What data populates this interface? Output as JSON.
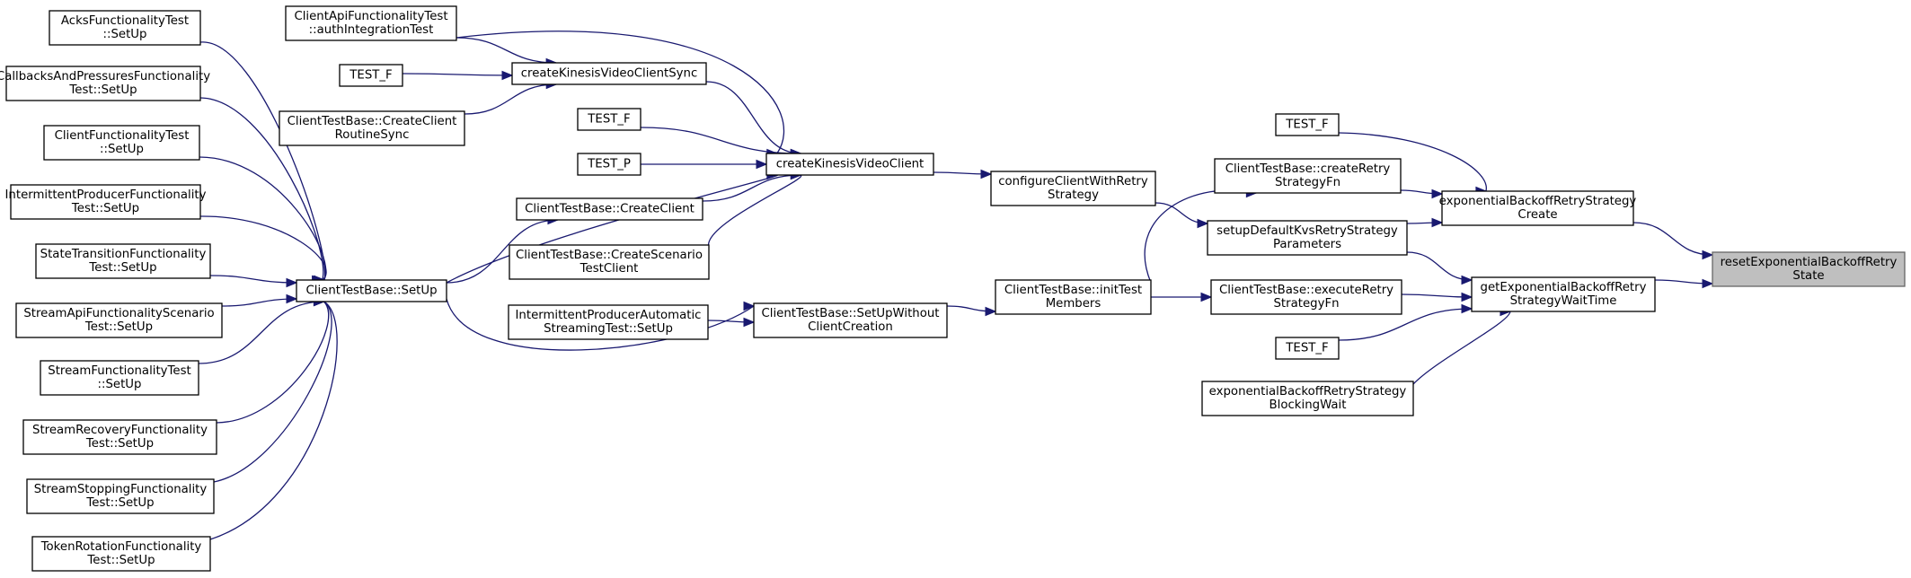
{
  "diagram": {
    "selected": "reset",
    "colors": {
      "edge": "#191970",
      "node_fill": "#ffffff",
      "selected_fill": "#bfbfbf",
      "node_border": "#000000"
    },
    "nodes": [
      {
        "id": "reset",
        "lines": [
          "resetExponentialBackoffRetry",
          "State"
        ]
      },
      {
        "id": "expCreate",
        "lines": [
          "exponentialBackoffRetryStrategy",
          "Create"
        ]
      },
      {
        "id": "getExpWait",
        "lines": [
          "getExponentialBackoffRetry",
          "StrategyWaitTime"
        ]
      },
      {
        "id": "testf1",
        "lines": [
          "TEST_F"
        ]
      },
      {
        "id": "createRetry",
        "lines": [
          "ClientTestBase::createRetry",
          "StrategyFn"
        ]
      },
      {
        "id": "setupDefault",
        "lines": [
          "setupDefaultKvsRetryStrategy",
          "Parameters"
        ]
      },
      {
        "id": "executeRetry",
        "lines": [
          "ClientTestBase::executeRetry",
          "StrategyFn"
        ]
      },
      {
        "id": "testf2",
        "lines": [
          "TEST_F"
        ]
      },
      {
        "id": "blockingWait",
        "lines": [
          "exponentialBackoffRetryStrategy",
          "BlockingWait"
        ]
      },
      {
        "id": "configure",
        "lines": [
          "configureClientWithRetry",
          "Strategy"
        ]
      },
      {
        "id": "initTest",
        "lines": [
          "ClientTestBase::initTest",
          "Members"
        ]
      },
      {
        "id": "createKVC",
        "lines": [
          "createKinesisVideoClient"
        ]
      },
      {
        "id": "setUpWithout",
        "lines": [
          "ClientTestBase::SetUpWithout",
          "ClientCreation"
        ]
      },
      {
        "id": "createKVCSync",
        "lines": [
          "createKinesisVideoClientSync"
        ]
      },
      {
        "id": "testf3",
        "lines": [
          "TEST_F"
        ]
      },
      {
        "id": "testp",
        "lines": [
          "TEST_P"
        ]
      },
      {
        "id": "ctbCreateClient",
        "lines": [
          "ClientTestBase::CreateClient"
        ]
      },
      {
        "id": "ctbCreateScenario",
        "lines": [
          "ClientTestBase::CreateScenario",
          "TestClient"
        ]
      },
      {
        "id": "intermittentAuto",
        "lines": [
          "IntermittentProducerAutomatic",
          "StreamingTest::SetUp"
        ]
      },
      {
        "id": "clientApiAuth",
        "lines": [
          "ClientApiFunctionalityTest",
          "::authIntegrationTest"
        ]
      },
      {
        "id": "testf4",
        "lines": [
          "TEST_F"
        ]
      },
      {
        "id": "ctbCreateClientRoutine",
        "lines": [
          "ClientTestBase::CreateClient",
          "RoutineSync"
        ]
      },
      {
        "id": "ctbSetUp",
        "lines": [
          "ClientTestBase::SetUp"
        ]
      },
      {
        "id": "acks",
        "lines": [
          "AcksFunctionalityTest",
          "::SetUp"
        ]
      },
      {
        "id": "callbacks",
        "lines": [
          "CallbacksAndPressuresFunctionality",
          "Test::SetUp"
        ]
      },
      {
        "id": "clientFunc",
        "lines": [
          "ClientFunctionalityTest",
          "::SetUp"
        ]
      },
      {
        "id": "intermittentFunc",
        "lines": [
          "IntermittentProducerFunctionality",
          "Test::SetUp"
        ]
      },
      {
        "id": "stateTrans",
        "lines": [
          "StateTransitionFunctionality",
          "Test::SetUp"
        ]
      },
      {
        "id": "streamApi",
        "lines": [
          "StreamApiFunctionalityScenario",
          "Test::SetUp"
        ]
      },
      {
        "id": "streamFunc",
        "lines": [
          "StreamFunctionalityTest",
          "::SetUp"
        ]
      },
      {
        "id": "streamRecovery",
        "lines": [
          "StreamRecoveryFunctionality",
          "Test::SetUp"
        ]
      },
      {
        "id": "streamStopping",
        "lines": [
          "StreamStoppingFunctionality",
          "Test::SetUp"
        ]
      },
      {
        "id": "tokenRotation",
        "lines": [
          "TokenRotationFunctionality",
          "Test::SetUp"
        ]
      }
    ],
    "edges": [
      {
        "from": "expCreate",
        "to": "reset"
      },
      {
        "from": "getExpWait",
        "to": "reset"
      },
      {
        "from": "testf1",
        "to": "expCreate"
      },
      {
        "from": "createRetry",
        "to": "expCreate"
      },
      {
        "from": "setupDefault",
        "to": "expCreate"
      },
      {
        "from": "setupDefault",
        "to": "getExpWait"
      },
      {
        "from": "executeRetry",
        "to": "getExpWait"
      },
      {
        "from": "testf2",
        "to": "getExpWait"
      },
      {
        "from": "blockingWait",
        "to": "getExpWait"
      },
      {
        "from": "configure",
        "to": "setupDefault"
      },
      {
        "from": "initTest",
        "to": "createRetry"
      },
      {
        "from": "initTest",
        "to": "executeRetry"
      },
      {
        "from": "createKVC",
        "to": "configure"
      },
      {
        "from": "setUpWithout",
        "to": "initTest"
      },
      {
        "from": "createKVCSync",
        "to": "createKVC"
      },
      {
        "from": "testf3",
        "to": "createKVC"
      },
      {
        "from": "testp",
        "to": "createKVC"
      },
      {
        "from": "ctbCreateClient",
        "to": "createKVC"
      },
      {
        "from": "ctbCreateScenario",
        "to": "createKVC"
      },
      {
        "from": "intermittentAuto",
        "to": "setUpWithout"
      },
      {
        "from": "ctbSetUp",
        "to": "setUpWithout"
      },
      {
        "from": "clientApiAuth",
        "to": "createKVC"
      },
      {
        "from": "clientApiAuth",
        "to": "createKVCSync"
      },
      {
        "from": "testf4",
        "to": "createKVCSync"
      },
      {
        "from": "ctbCreateClientRoutine",
        "to": "createKVCSync"
      },
      {
        "from": "ctbSetUp",
        "to": "ctbCreateClient"
      },
      {
        "from": "ctbSetUp",
        "to": "createKVC"
      },
      {
        "from": "acks",
        "to": "ctbSetUp"
      },
      {
        "from": "callbacks",
        "to": "ctbSetUp"
      },
      {
        "from": "clientFunc",
        "to": "ctbSetUp"
      },
      {
        "from": "intermittentFunc",
        "to": "ctbSetUp"
      },
      {
        "from": "stateTrans",
        "to": "ctbSetUp"
      },
      {
        "from": "streamApi",
        "to": "ctbSetUp"
      },
      {
        "from": "streamFunc",
        "to": "ctbSetUp"
      },
      {
        "from": "streamRecovery",
        "to": "ctbSetUp"
      },
      {
        "from": "streamStopping",
        "to": "ctbSetUp"
      },
      {
        "from": "tokenRotation",
        "to": "ctbSetUp"
      }
    ]
  }
}
